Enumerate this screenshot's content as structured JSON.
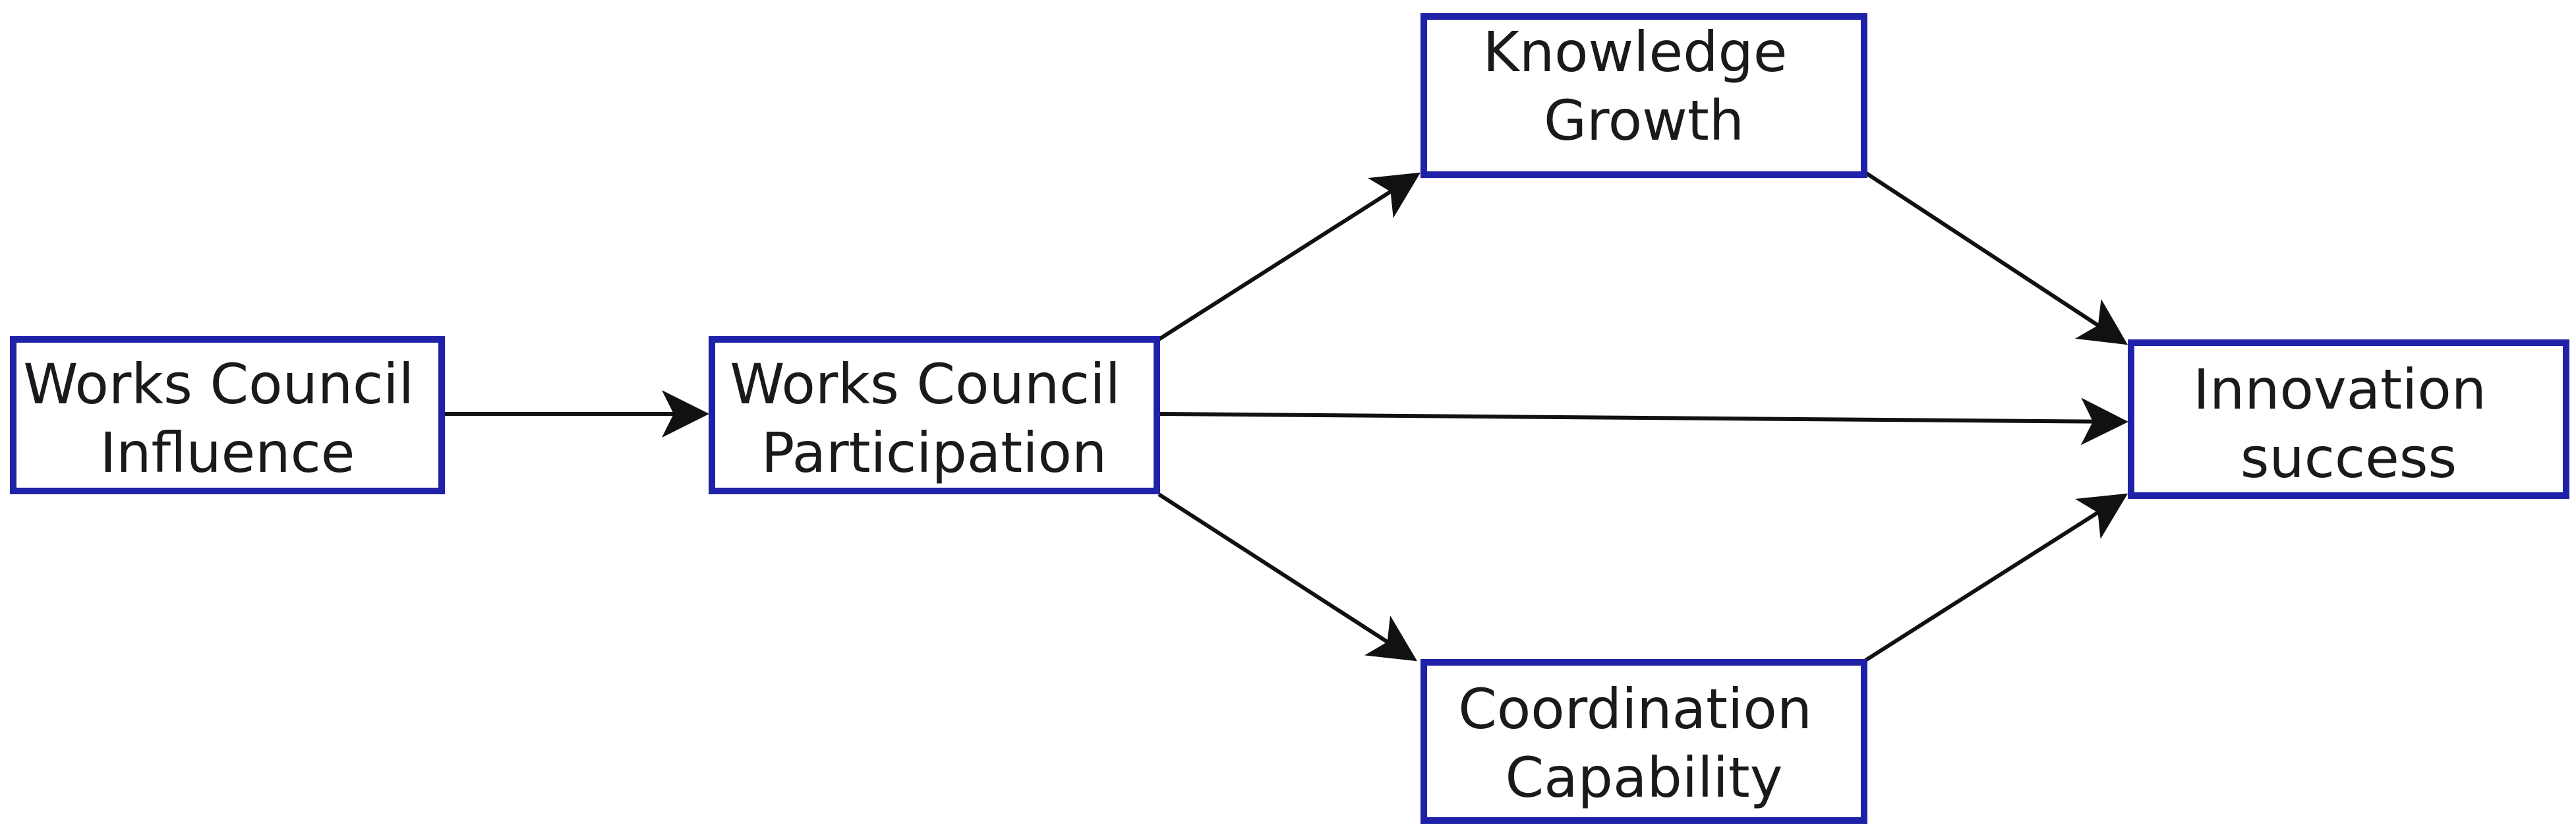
{
  "colors": {
    "box_border": "#1f22a8",
    "arrow": "#111111",
    "text": "#1a1a1a",
    "background": "#ffffff"
  },
  "nodes": {
    "works_council_influence": {
      "line1": "Works Council",
      "line2": "Influence"
    },
    "works_council_participation": {
      "line1": "Works Council",
      "line2": "Participation"
    },
    "knowledge_growth": {
      "line1": "Knowledge",
      "line2": "Growth"
    },
    "coordination_capability": {
      "line1": "Coordination",
      "line2": "Capability"
    },
    "innovation_success": {
      "line1": "Innovation",
      "line2": "success"
    }
  },
  "edges": [
    {
      "from": "works_council_influence",
      "to": "works_council_participation"
    },
    {
      "from": "works_council_participation",
      "to": "knowledge_growth"
    },
    {
      "from": "works_council_participation",
      "to": "coordination_capability"
    },
    {
      "from": "works_council_participation",
      "to": "innovation_success"
    },
    {
      "from": "knowledge_growth",
      "to": "innovation_success"
    },
    {
      "from": "coordination_capability",
      "to": "innovation_success"
    }
  ]
}
